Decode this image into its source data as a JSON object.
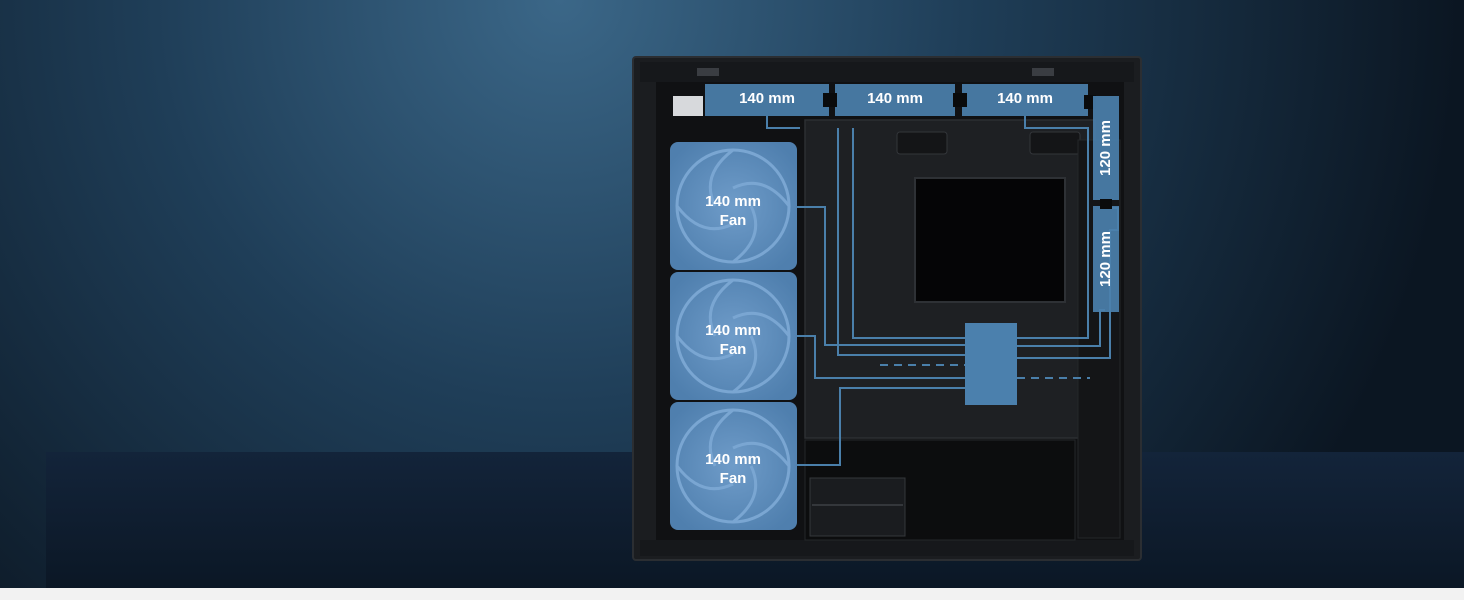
{
  "colors": {
    "background_light": "#35607f",
    "background_dark": "#0b1622",
    "floor": "#0f1c2b",
    "case_body": "#1a1c1f",
    "case_inner": "#111214",
    "overlay_blue": "#5b8ab8",
    "route_line": "#4a7faa",
    "label_text": "#ffffff"
  },
  "top_radiator_slots": [
    {
      "label": "140 mm"
    },
    {
      "label": "140 mm"
    },
    {
      "label": "140 mm"
    }
  ],
  "side_radiator_slots": [
    {
      "label": "120 mm"
    },
    {
      "label": "120 mm"
    }
  ],
  "front_fans": [
    {
      "line1": "140 mm",
      "line2": "Fan"
    },
    {
      "line1": "140 mm",
      "line2": "Fan"
    },
    {
      "line1": "140 mm",
      "line2": "Fan"
    }
  ]
}
